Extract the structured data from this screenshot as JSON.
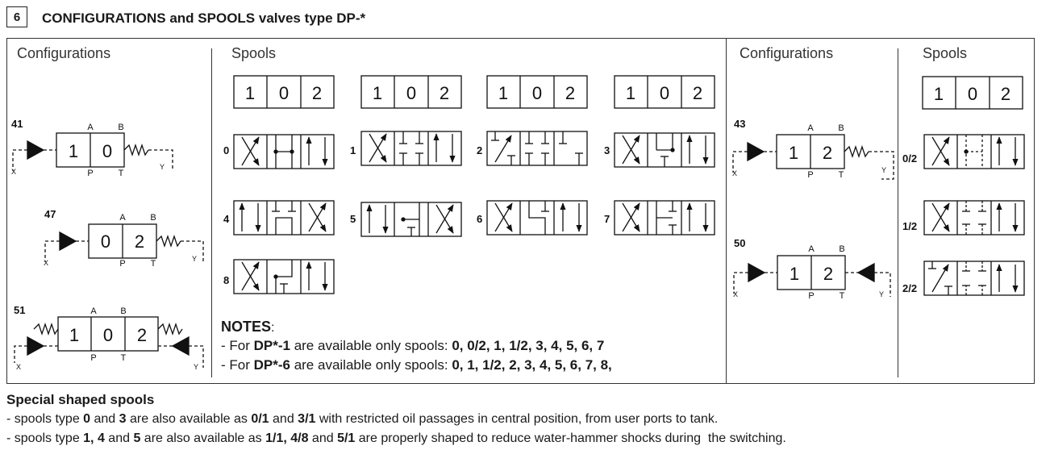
{
  "section": {
    "number": "6",
    "title": "CONFIGURATIONS and SPOOLS valves type DP-*"
  },
  "left_panel": {
    "configurations_header": "Configurations",
    "spools_header": "Spools"
  },
  "right_panel": {
    "configurations_header": "Configurations",
    "spools_header": "Spools"
  },
  "positions": [
    "1",
    "0",
    "2"
  ],
  "configurations": {
    "c41": {
      "code": "41",
      "cells": [
        "1",
        "0"
      ]
    },
    "c47": {
      "code": "47",
      "cells": [
        "0",
        "2"
      ]
    },
    "c51": {
      "code": "51",
      "cells": [
        "1",
        "0",
        "2"
      ]
    },
    "c43": {
      "code": "43",
      "cells": [
        "1",
        "2"
      ]
    },
    "c50": {
      "code": "50",
      "cells": [
        "1",
        "2"
      ]
    }
  },
  "ports": {
    "a": "A",
    "b": "B",
    "p": "P",
    "t": "T",
    "x": "X",
    "y": "Y"
  },
  "spools": {
    "s0": "0",
    "s1": "1",
    "s2": "2",
    "s3": "3",
    "s4": "4",
    "s5": "5",
    "s6": "6",
    "s7": "7",
    "s8": "8",
    "s02": "0/2",
    "s12": "1/2",
    "s22": "2/2"
  },
  "notes": {
    "title": "NOTES",
    "line1": {
      "prefix": "- For ",
      "model": "DP*-1",
      "middle": " are available only spools: ",
      "list": "0, 0/2, 1, 1/2, 3, 4, 5, 6, 7"
    },
    "line2": {
      "prefix": "- For ",
      "model": "DP*-6",
      "middle": " are available only spools: ",
      "list": "0, 1, 1/2, 2, 3, 4, 5, 6, 7, 8,"
    }
  },
  "special": {
    "title": "Special shaped spools",
    "line1": {
      "t1": "- spools type ",
      "b1": "0",
      "t2": " and ",
      "b2": "3",
      "t3": " are also available as ",
      "b3": "0/1",
      "t4": " and ",
      "b4": "3/1",
      "t5": " with restricted oil passages in central position, from user ports to tank."
    },
    "line2": {
      "t1": "- spools type ",
      "b1": "1, 4",
      "t2": " and ",
      "b2": "5",
      "t3": " are also available as ",
      "b3": "1/1, 4/8",
      "t4": " and ",
      "b4": "5/1",
      "t5": " are properly shaped to reduce water-hammer shocks during  the switching."
    }
  }
}
